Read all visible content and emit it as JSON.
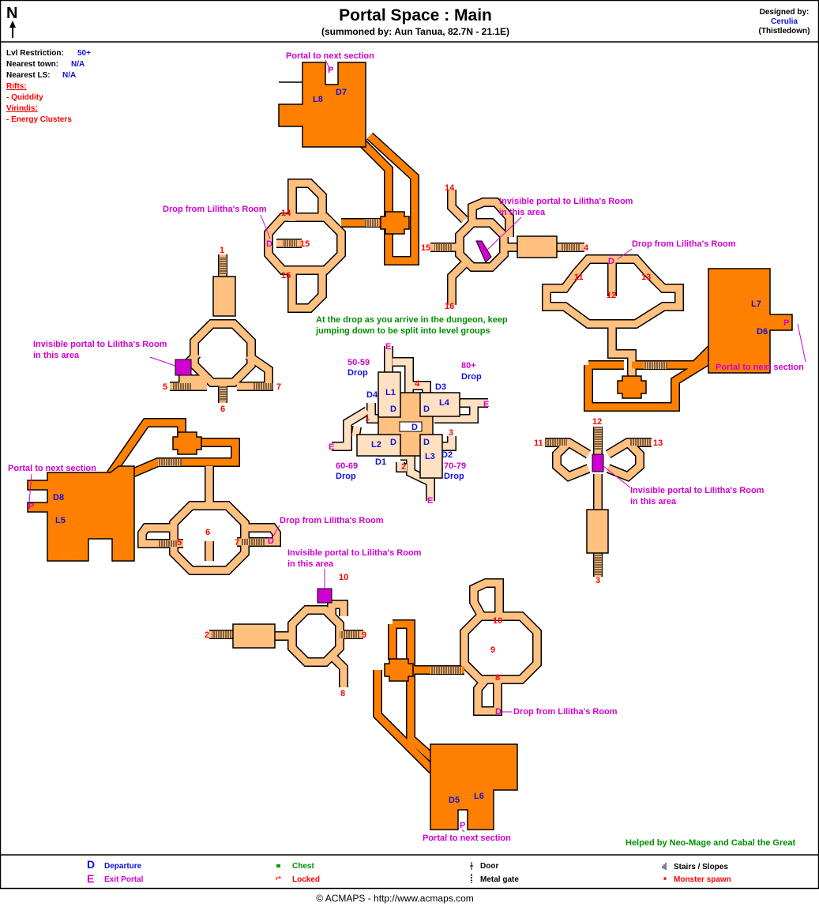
{
  "header": {
    "north": "N",
    "title": "Portal Space : Main",
    "subtitle": "(summoned by: Aun Tanua, 82.7N - 21.1E)",
    "designed_by_label": "Designed by:",
    "designer": "Cerulia",
    "server": "(Thistledown)"
  },
  "info": {
    "lvl_label": "Lvl Restriction:",
    "lvl_value": "50+",
    "town_label": "Nearest town:",
    "town_value": "N/A",
    "ls_label": "Nearest LS:",
    "ls_value": "N/A",
    "rifts_label": "Rifts:",
    "rifts_item": "- Quiddity",
    "virindis_label": "Virindis:",
    "virindis_item": "- Energy Clusters"
  },
  "map": {
    "notes": [
      {
        "l1": "Portal to next section"
      },
      {
        "l1": "Drop from Lilitha's Room"
      },
      {
        "l1": "Invisible portal to Lilitha's Room",
        "l2": "in this area"
      },
      {
        "l1": "Drop from Lilitha's Room"
      },
      {
        "l1": "Invisible portal to Lilitha's Room",
        "l2": "in this area"
      },
      {
        "l1": "Portal to next section"
      },
      {
        "l1": "Portal to next section"
      },
      {
        "l1": "Drop from Lilitha's Room"
      },
      {
        "l1": "Invisible portal to Lilitha's Room",
        "l2": "in this area"
      },
      {
        "l1": "Invisible portal to Lilitha's Room",
        "l2": "in this area"
      },
      {
        "l1": "Drop from Lilitha's Room"
      },
      {
        "l1": "Portal to next section"
      }
    ],
    "arrival_note": {
      "l1": "At the drop as you arrive in the dungeon, keep",
      "l2": "jumping down to be split into level groups"
    },
    "drops": [
      {
        "range": "50-59",
        "label": "Drop"
      },
      {
        "range": "80+",
        "label": "Drop"
      },
      {
        "range": "60-69",
        "label": "Drop"
      },
      {
        "range": "70-79",
        "label": "Drop"
      }
    ],
    "blue_labels": [
      "L8",
      "D7",
      "L7",
      "D6",
      "D8",
      "L5",
      "D5",
      "L6",
      "D4",
      "L1",
      "D3",
      "L4",
      "L2",
      "D1",
      "L3",
      "D2",
      "D",
      "D",
      "D",
      "D",
      "D"
    ],
    "numbers": [
      "14",
      "15",
      "16",
      "1",
      "5",
      "7",
      "6",
      "14",
      "15",
      "16",
      "4",
      "11",
      "12",
      "13",
      "4",
      "1",
      "3",
      "2",
      "12",
      "11",
      "13",
      "3",
      "5",
      "6",
      "7",
      "10",
      "2",
      "9",
      "8",
      "10",
      "9",
      "8"
    ],
    "portal_marker": "P",
    "exit_marker": "E",
    "drop_marker": "D",
    "credits": "Helped by Neo-Mage and Cabal the Great"
  },
  "legend": {
    "departure_symbol": "D",
    "departure": "Departure",
    "exit_symbol": "E",
    "exit": "Exit Portal",
    "chest": "Chest",
    "locked": "Locked",
    "door": "Door",
    "metal_gate": "Metal gate",
    "stairs": "Stairs / Slopes",
    "monster": "Monster spawn"
  },
  "footer": "© ACMAPS - http://www.acmaps.com",
  "colors": {
    "dark_area": "#FF8000",
    "light_area": "#FFC080",
    "room": "#FFE0C0",
    "portal": "#D000D0",
    "label_blue": "#1010E0",
    "number_red": "#FF0000",
    "note_green": "#009000"
  }
}
